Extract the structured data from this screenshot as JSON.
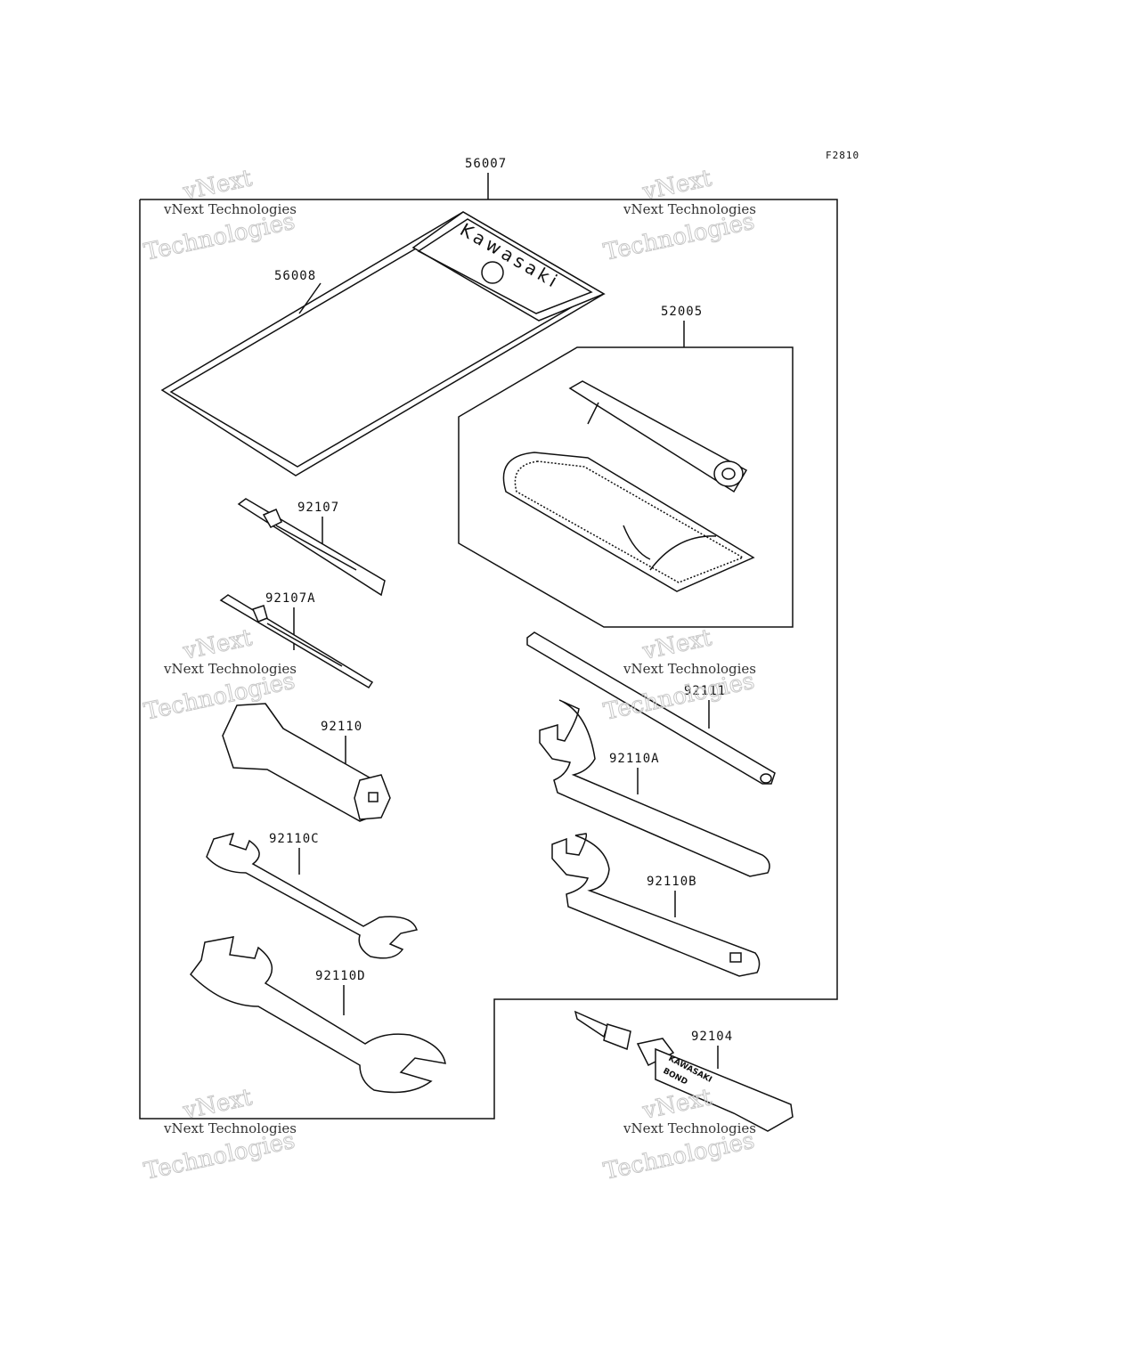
{
  "figure_code": "F2810",
  "labels": {
    "kit": "56007",
    "pouch": "56008",
    "pump_kit": "52005",
    "screwdriver": "92107",
    "screwdriver_a": "92107A",
    "plug_wrench": "92110",
    "wrench_c": "92110C",
    "wrench_d": "92110D",
    "bar": "92111",
    "spanner_a": "92110A",
    "spanner_b": "92110B",
    "bond": "92104"
  },
  "product_text": {
    "pouch_brand": "Kawasaki",
    "tube_brand": "KAWASAKI",
    "tube_product": "BOND"
  },
  "watermark": {
    "line1": "vNext Technologies",
    "big_top": "vNext",
    "big_bottom": "Technologies"
  }
}
